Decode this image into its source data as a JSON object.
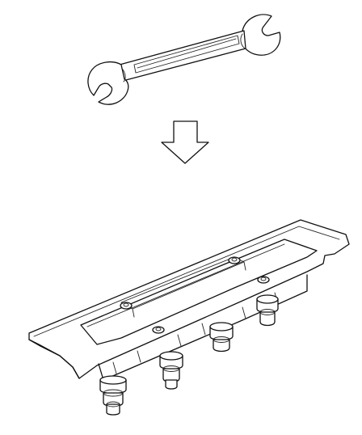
{
  "figure": {
    "parts": [
      {
        "id": "wrench",
        "icon": "open-end-wrench-icon"
      },
      {
        "id": "arrow",
        "icon": "down-arrow-icon"
      },
      {
        "id": "assembly",
        "icon": "ignition-coil-assembly-icon"
      }
    ],
    "colors": {
      "ink": "#111111",
      "background": "#ffffff"
    }
  }
}
